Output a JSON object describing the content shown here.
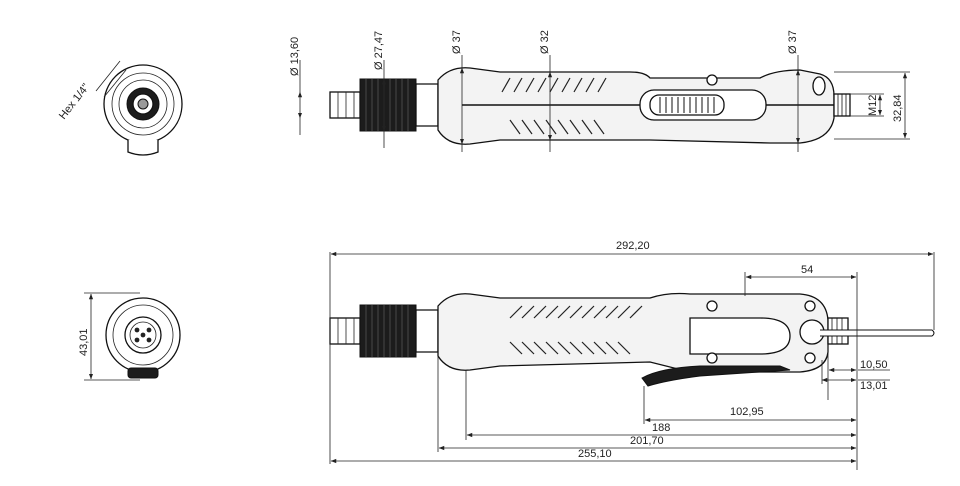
{
  "views": {
    "front_top": {
      "hex_label": "Hex 1/4\""
    },
    "front_bottom": {
      "height_label": "43,01"
    },
    "side_top": {
      "diameters": [
        "Ø 13,60",
        "Ø 27,47",
        "Ø 37",
        "Ø 32",
        "Ø 37"
      ],
      "thread_label": "M12",
      "tail_height_label": "32,84"
    },
    "side_bottom": {
      "overall_label": "292,20",
      "d54_label": "54",
      "d10_label": "10,50",
      "d13_label": "13,01",
      "d102_label": "102,95",
      "d188_label": "188",
      "d201_label": "201,70",
      "d255_label": "255,10"
    }
  },
  "colors": {
    "line": "#222222",
    "dark_grip": "#1c1c1c",
    "body": "#f3f3f3"
  }
}
